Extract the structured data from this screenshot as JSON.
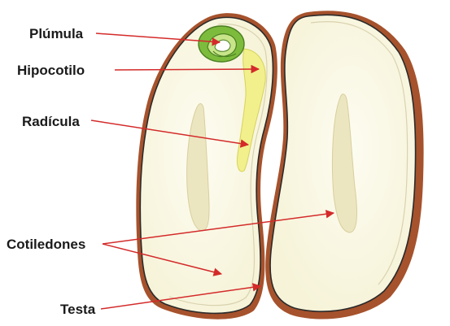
{
  "labels": {
    "plumula": "Plúmula",
    "hipocotilo": "Hipocotilo",
    "radicula": "Radícula",
    "cotiledones": "Cotiledones",
    "testa": "Testa"
  },
  "colors": {
    "arrow": "#d42a2a",
    "testa": "#a6522c",
    "cotyledon": "#fbf9ea",
    "embryo": "#f1f08c",
    "plumula": "#7dbb3c",
    "outline": "#2a2a2a"
  }
}
